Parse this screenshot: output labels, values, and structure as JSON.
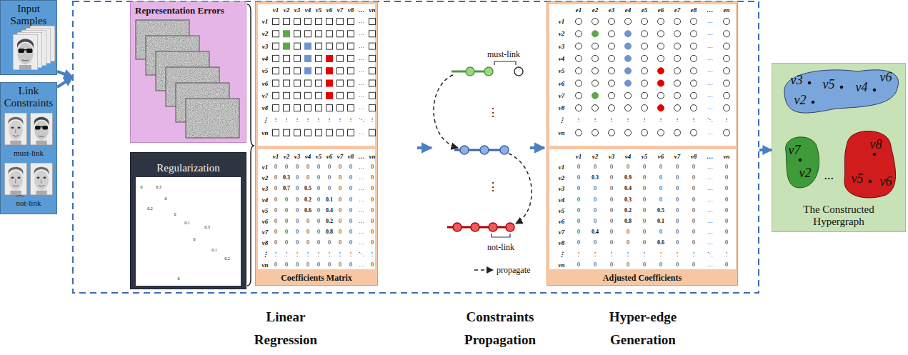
{
  "diagram": {
    "nodes": [
      {
        "text": [
          "Input Samples"
        ]
      },
      {
        "text": [
          "Link Constraints",
          "must-link",
          "not-link"
        ]
      },
      {
        "text": [
          "Linear Regression",
          "Constraints Propagation",
          "Hyper-edge Generation"
        ]
      },
      {
        "text": [
          "Representation Errors"
        ],
        "in": 2
      },
      {
        "text": [
          "Regularization"
        ],
        "in": 2
      },
      {
        "text": [
          "Coefficients Matrix"
        ],
        "in": 2
      },
      {
        "text": [
          "Adjusted Coefficients"
        ],
        "in": 2
      },
      {
        "text": [
          "The Constructed Hypergraph"
        ]
      }
    ],
    "edges": [
      {
        "from": 0,
        "to": 2,
        "arrow": "to"
      },
      {
        "from": 1,
        "to": 2,
        "arrow": "to"
      },
      {
        "from": 2,
        "to": 7,
        "arrow": "to"
      }
    ],
    "labels": [
      "0",
      "0.3",
      "0",
      "0.2",
      "0",
      "0.1",
      "0.3",
      "0",
      "0.1",
      "0.2",
      "0",
      "v1",
      "v2",
      "v3",
      "v4",
      "v5",
      "v6",
      "v7",
      "v8",
      "…",
      "vn",
      "v1",
      "v2",
      "v3",
      "v4",
      "v5",
      "v6",
      "v7",
      "v8",
      "⋮",
      "vn",
      "…",
      "…",
      "…",
      "…",
      "…",
      "…",
      "…",
      "…",
      "⋮",
      "⋮",
      "⋮",
      "⋮",
      "⋮",
      "⋮",
      "⋮",
      "⋮",
      "⋱",
      "⋮",
      "…",
      "v1",
      "v2",
      "v3",
      "v4",
      "v5",
      "v6",
      "v7",
      "v8",
      "…",
      "vn",
      "v1",
      "v2",
      "v3",
      "v4",
      "v5",
      "v6",
      "v7",
      "v8",
      "⋮",
      "vn",
      "0",
      "0",
      "0",
      "0",
      "0",
      "0",
      "0",
      "0",
      "…",
      "0",
      "0",
      "0.3",
      "0",
      "0",
      "0",
      "0",
      "0",
      "0",
      "…",
      "0",
      "0",
      "0.7",
      "0",
      "0.5",
      "0",
      "0",
      "0",
      "0",
      "…",
      "0",
      "0",
      "0",
      "0",
      "0.2",
      "0",
      "0.1",
      "0",
      "0",
      "…",
      "0",
      "0",
      "0",
      "0",
      "0.6",
      "0",
      "0.4",
      "0",
      "0",
      "…",
      "0",
      "0",
      "0",
      "0",
      "0",
      "0",
      "0.2",
      "0",
      "0",
      "…",
      "0",
      "0",
      "0",
      "0",
      "0",
      "0",
      "0.8",
      "0",
      "0",
      "…",
      "0",
      "0",
      "0",
      "0",
      "0",
      "0",
      "0",
      "0",
      "0",
      "…",
      "0",
      "⋮",
      "⋮",
      "⋮",
      "⋮",
      "⋮",
      "⋮",
      "⋮",
      "⋮",
      "⋱",
      "⋮",
      "0",
      "0",
      "0",
      "0",
      "0",
      "0",
      "0",
      "0",
      "…",
      "0",
      "must-link",
      "⋮",
      "⋮",
      "not-link",
      "e1",
      "e2",
      "e3",
      "e4",
      "e5",
      "e6",
      "e7",
      "e8",
      "…",
      "en",
      "v1",
      "v2",
      "v3",
      "v4",
      "v5",
      "v6",
      "v7",
      "v8",
      "⋮",
      "vn",
      "…",
      "…",
      "…",
      "…",
      "…",
      "…",
      "…",
      "…",
      "⋮",
      "⋮",
      "⋮",
      "⋮",
      "⋮",
      "⋮",
      "⋮",
      "⋮",
      "⋱",
      "⋮",
      "…",
      "v1",
      "v2",
      "v3",
      "v4",
      "v5",
      "v6",
      "v7",
      "v8",
      "…",
      "vn",
      "v1",
      "v2",
      "v3",
      "v4",
      "v5",
      "v6",
      "v7",
      "v8",
      "⋮",
      "vn",
      "0",
      "0",
      "0",
      "0",
      "0",
      "0",
      "0",
      "0",
      "…",
      "0",
      "0",
      "0.3",
      "0",
      "0.9",
      "0",
      "0",
      "0",
      "0",
      "…",
      "0",
      "0",
      "0",
      "0",
      "0.4",
      "0",
      "0",
      "0",
      "0",
      "…",
      "0",
      "0",
      "0",
      "0",
      "0.3",
      "0",
      "0",
      "0",
      "0",
      "…",
      "0",
      "0",
      "0",
      "0",
      "0.2",
      "0",
      "0.5",
      "0",
      "0",
      "…",
      "0",
      "0",
      "0",
      "0",
      "0.8",
      "0",
      "0.1",
      "0",
      "0",
      "…",
      "0",
      "0",
      "0.4",
      "0",
      "0",
      "0",
      "0",
      "0",
      "0",
      "…",
      "0",
      "0",
      "0",
      "0",
      "0",
      "0",
      "0.6",
      "0",
      "0",
      "…",
      "0",
      "⋮",
      "⋮",
      "⋮",
      "⋮",
      "⋮",
      "⋮",
      "⋮",
      "⋮",
      "⋱",
      "⋮",
      "0",
      "0",
      "0",
      "0",
      "0",
      "0",
      "0",
      "0",
      "…",
      "0",
      "v3",
      "v5",
      "v4",
      "v6",
      "v2",
      "v7",
      "v2",
      "v8",
      "v5",
      "v6",
      "···"
    ],
    "legend": [
      {
        "text": "propagate"
      }
    ]
  }
}
